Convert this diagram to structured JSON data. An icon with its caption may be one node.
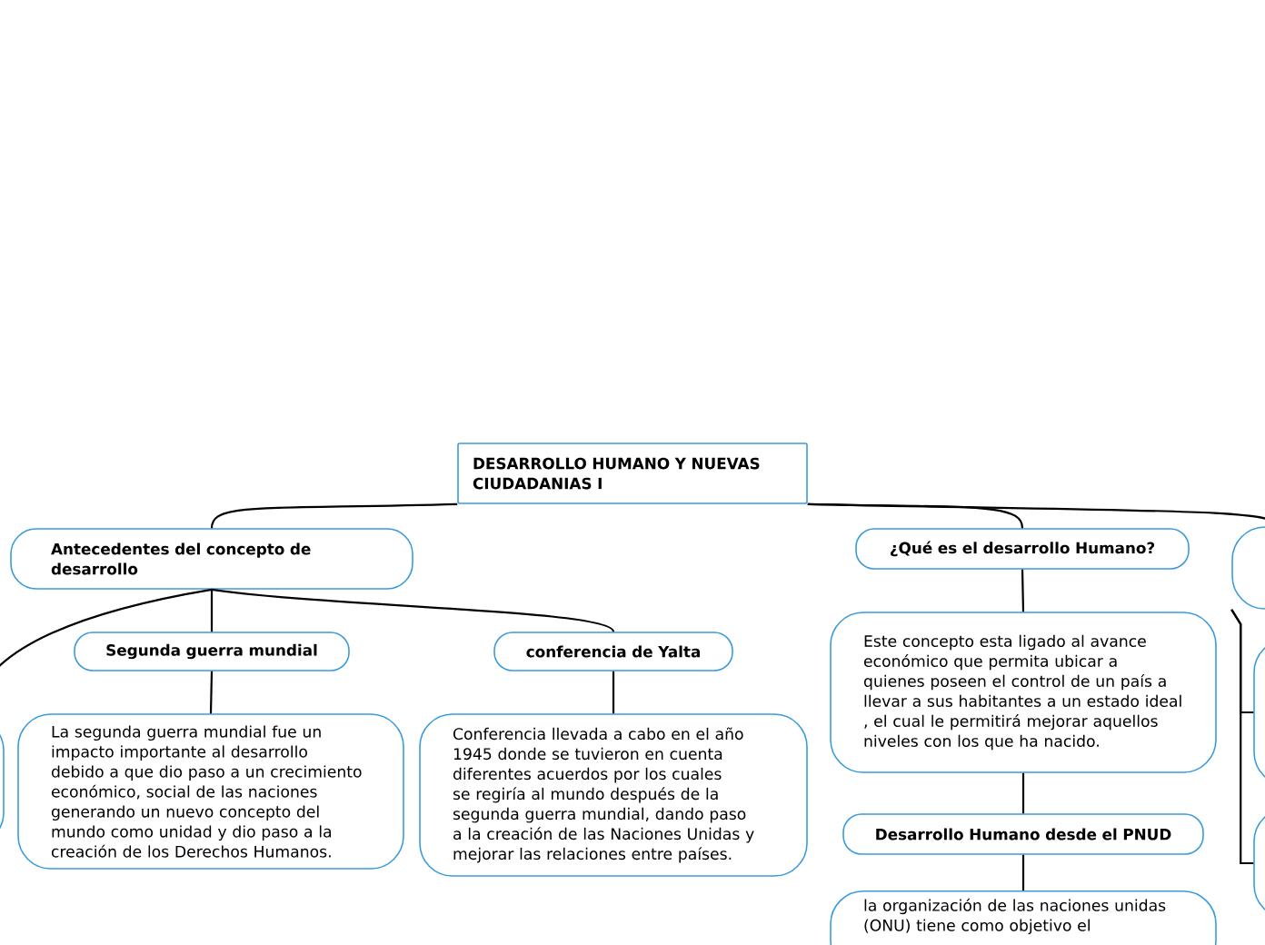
{
  "diagram": {
    "nodes": [
      {
        "text": [
          "DESARROLLO HUMANO Y NUEVAS CIUDADANIAS I"
        ]
      },
      {
        "text": [
          "Antecedentes del concepto de desarrollo"
        ]
      },
      {
        "text": [
          "Segunda guerra mundial"
        ]
      },
      {
        "text": [
          "conferencia de Yalta"
        ]
      },
      {
        "text": [],
        "shape": "box"
      },
      {
        "text": [
          "La segunda guerra mundial fue un impacto importante al desarrollo debido a que dio paso a un crecimiento económico, social de las naciones generando un nuevo concepto del mundo como unidad y dio paso a la creación de los Derechos Humanos."
        ]
      },
      {
        "text": [
          "Conferencia llevada a cabo en el año 1945 donde se tuvieron en cuenta diferentes acuerdos por los cuales se regiría al mundo después de la segunda guerra mundial, dando paso a la creación de las Naciones Unidas y mejorar las relaciones entre países."
        ]
      },
      {
        "text": [
          "¿Qué es el desarrollo Humano?"
        ]
      },
      {
        "text": [
          "Este concepto esta ligado al avance económico que permita ubicar a quienes poseen el control de un país a llevar a sus habitantes a un estado ideal , el cual le permitirá mejorar aquellos niveles con los que ha nacido."
        ]
      },
      {
        "text": [
          "Desarrollo Humano desde el PNUD"
        ]
      },
      {
        "text": [
          "la organización de las naciones unidas (ONU) tiene como objetivo el"
        ]
      },
      {
        "text": [],
        "shape": "box"
      },
      {
        "text": [],
        "shape": "box"
      },
      {
        "text": [],
        "shape": "box"
      }
    ],
    "edges": [
      {
        "from": 0,
        "to": 1,
        "arrow": "none"
      },
      {
        "from": 0,
        "to": 7,
        "arrow": "none"
      },
      {
        "from": 0,
        "to": 11,
        "arrow": "none"
      },
      {
        "from": 1,
        "to": 4,
        "arrow": "none"
      },
      {
        "from": 1,
        "to": 2,
        "arrow": "none"
      },
      {
        "from": 1,
        "to": 3,
        "arrow": "none"
      },
      {
        "from": 2,
        "to": 5,
        "arrow": "none"
      },
      {
        "from": 3,
        "to": 6,
        "arrow": "none"
      },
      {
        "from": 7,
        "to": 8,
        "arrow": "none"
      },
      {
        "from": 8,
        "to": 9,
        "arrow": "none"
      },
      {
        "from": 9,
        "to": 10,
        "arrow": "none"
      },
      {
        "from": 11,
        "to": 12,
        "arrow": "none"
      },
      {
        "from": 11,
        "to": 13,
        "arrow": "none"
      }
    ]
  }
}
